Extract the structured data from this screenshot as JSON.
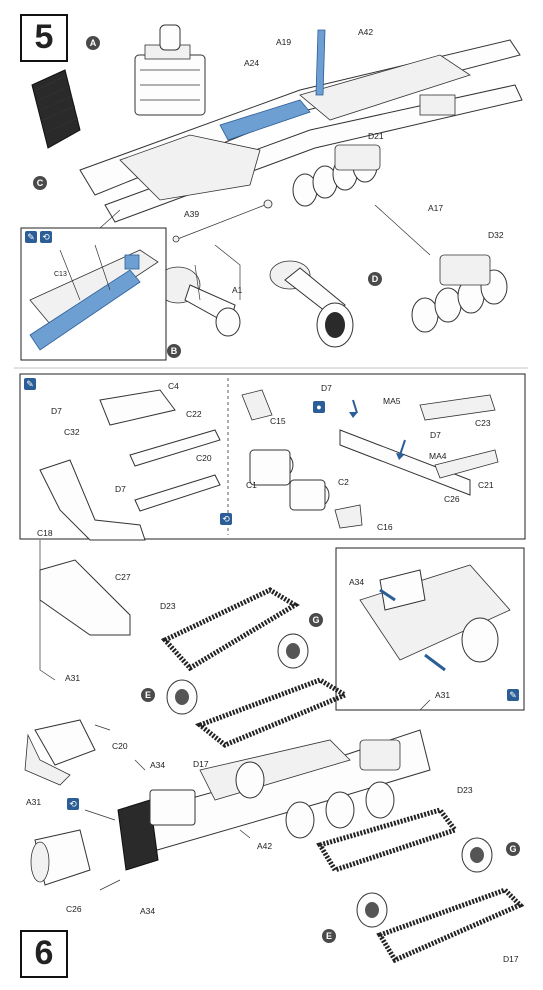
{
  "steps": {
    "step5": "5",
    "step6": "6"
  },
  "callouts": {
    "A": "A",
    "B": "B",
    "C": "C",
    "D": "D",
    "E_top": "E",
    "E_bottom": "E",
    "G_top": "G",
    "G_bottom": "G"
  },
  "labels_step5": {
    "a19": "A19",
    "a42": "A42",
    "a24": "A24",
    "d21": "D21",
    "a17": "A17",
    "d32": "D32",
    "a39": "A39",
    "a1": "A1",
    "c13": "C13"
  },
  "labels_sub": {
    "c4": "C4",
    "c22": "C22",
    "d7_a": "D7",
    "c32": "C32",
    "c20": "C20",
    "d7_b": "D7",
    "c18": "C18",
    "c27": "C27",
    "c15": "C15",
    "c1": "C1",
    "c2": "C2",
    "c16": "C16",
    "d7_c": "D7",
    "ma5": "MA5",
    "d7_d": "D7",
    "c23": "C23",
    "ma4": "MA4",
    "c21": "C21",
    "c26": "C26",
    "a34_inset": "A34",
    "a31_inset": "A31"
  },
  "labels_step6": {
    "d23_top": "D23",
    "d17_top": "D17",
    "a31_a": "A31",
    "c20": "C20",
    "a34_a": "A34",
    "a31_b": "A31",
    "c26": "C26",
    "a34_b": "A34",
    "a42": "A42",
    "d23_bottom": "D23",
    "d17_bottom": "D17"
  },
  "colors": {
    "accent_blue": "#2b5d97",
    "fill_blue": "#6e9fd2",
    "ink": "#333333",
    "callout_bg": "#4a4a4a"
  },
  "icons": [
    "glue-icon",
    "paint-icon",
    "rotate-icon",
    "cement-icon"
  ]
}
